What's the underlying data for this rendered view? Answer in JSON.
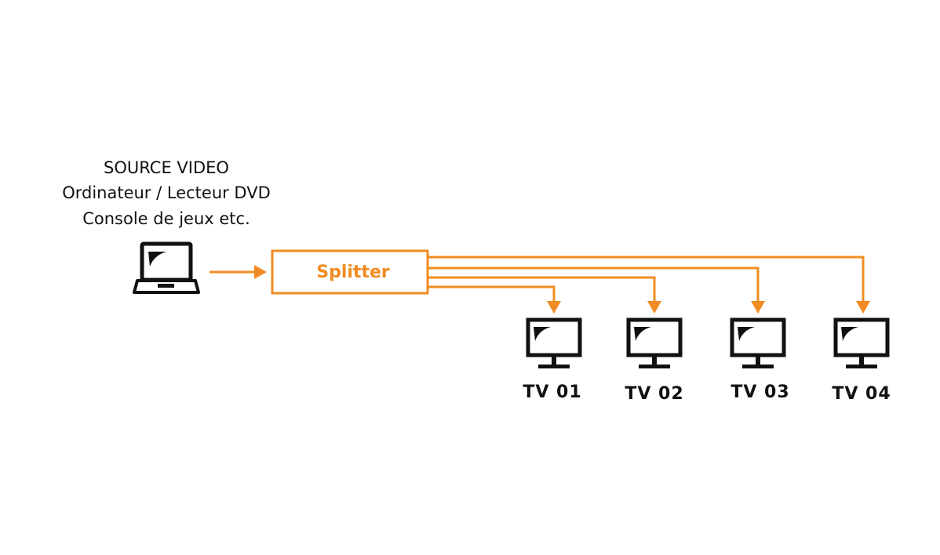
{
  "source": {
    "lines": [
      "SOURCE VIDEO",
      "Ordinateur / Lecteur DVD",
      "Console de jeux etc."
    ],
    "icon": "laptop-icon"
  },
  "splitter": {
    "label": "Splitter"
  },
  "tvs": [
    {
      "label": "TV 01",
      "icon": "monitor-icon"
    },
    {
      "label": "TV 02",
      "icon": "monitor-icon"
    },
    {
      "label": "TV 03",
      "icon": "monitor-icon"
    },
    {
      "label": "TV 04",
      "icon": "monitor-icon"
    }
  ],
  "colors": {
    "accent": "#f08c22",
    "ink": "#111111",
    "background": "#ffffff"
  }
}
